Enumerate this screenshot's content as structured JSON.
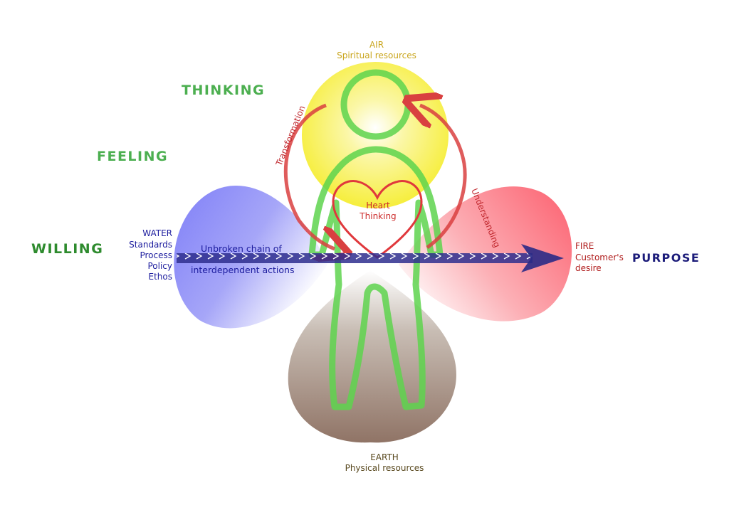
{
  "colors": {
    "thinking": "#4caf50",
    "feeling": "#4caf50",
    "willing": "#2e8b2e",
    "air": "#c9a51c",
    "water": "#1c1c9e",
    "fire": "#b01c1c",
    "earth": "#5a4a20",
    "purpose": "#1c1c7a",
    "figure": "#5ed44e",
    "heart": "#e0383c",
    "arrow": "#1e1e8a"
  },
  "faculties": {
    "thinking": "THINKING",
    "feeling": "FEELING",
    "willing": "WILLING"
  },
  "air": {
    "title": "AIR",
    "subtitle": "Spiritual resources"
  },
  "earth": {
    "title": "EARTH",
    "subtitle": "Physical resources"
  },
  "water": {
    "lines": [
      "WATER",
      "Standards",
      "Process",
      "Policy",
      "Ethos"
    ]
  },
  "fire": {
    "lines": [
      "FIRE",
      "Customer's",
      "desire"
    ]
  },
  "purpose": "PURPOSE",
  "heart": {
    "lines": [
      "Heart",
      "Thinking"
    ]
  },
  "chain": {
    "lines": [
      "Unbroken chain of",
      "interdependent actions"
    ]
  },
  "arcs": {
    "left": "Transformation",
    "right": "Understanding"
  }
}
